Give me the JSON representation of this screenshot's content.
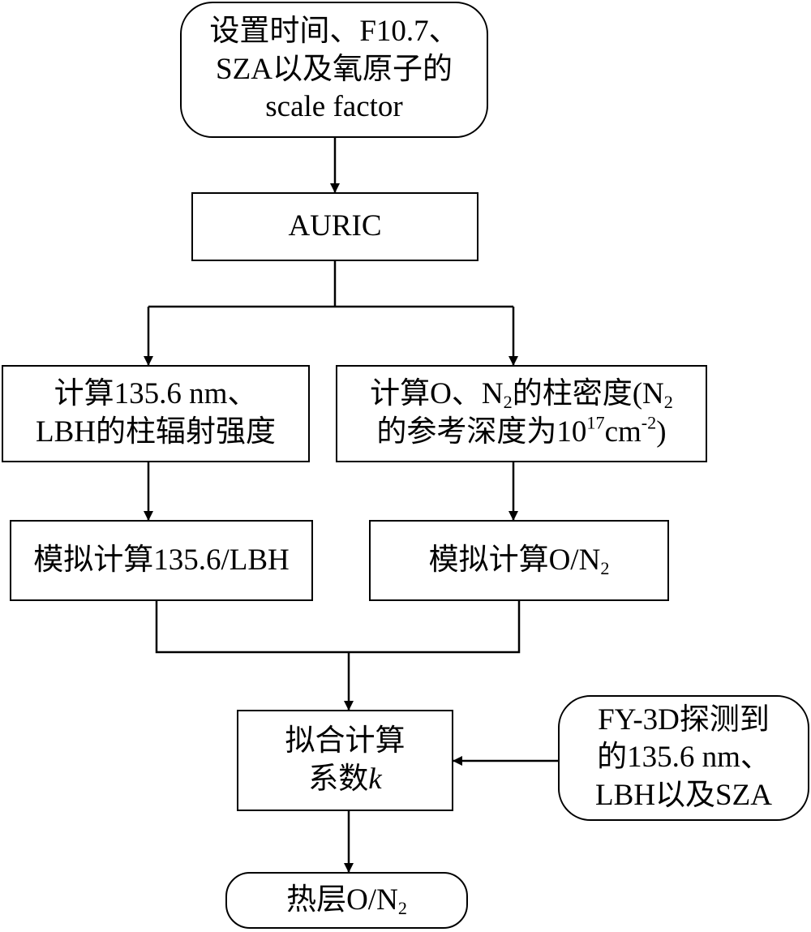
{
  "nodes": {
    "input": {
      "lines": [
        "设置时间、F10.7、",
        "SZA以及氧原子的",
        "scale factor"
      ]
    },
    "auric": {
      "text": "AURIC"
    },
    "left_calc": {
      "lines": [
        "计算135.6 nm、",
        "LBH的柱辐射强度"
      ]
    },
    "right_calc": {
      "line1": {
        "a": "计算O、N",
        "sub": "2",
        "b": "的柱密度(N",
        "sub2": "2"
      },
      "line2": {
        "a": "的参考深度为10",
        "sup": "17",
        "b": "cm",
        "sup2": "-2",
        "c": ")"
      }
    },
    "sim_left": {
      "text": "模拟计算135.6/LBH"
    },
    "sim_right": {
      "text": "模拟计算O/N",
      "sub": "2"
    },
    "fit": {
      "line1": "拟合计算",
      "line2": "系数",
      "var": "k"
    },
    "obs": {
      "lines": [
        "FY-3D探测到",
        "的135.6 nm、",
        "LBH以及SZA"
      ]
    },
    "output": {
      "text": "热层O/N",
      "sub": "2"
    }
  },
  "colors": {
    "stroke": "#000000",
    "background": "#ffffff"
  }
}
